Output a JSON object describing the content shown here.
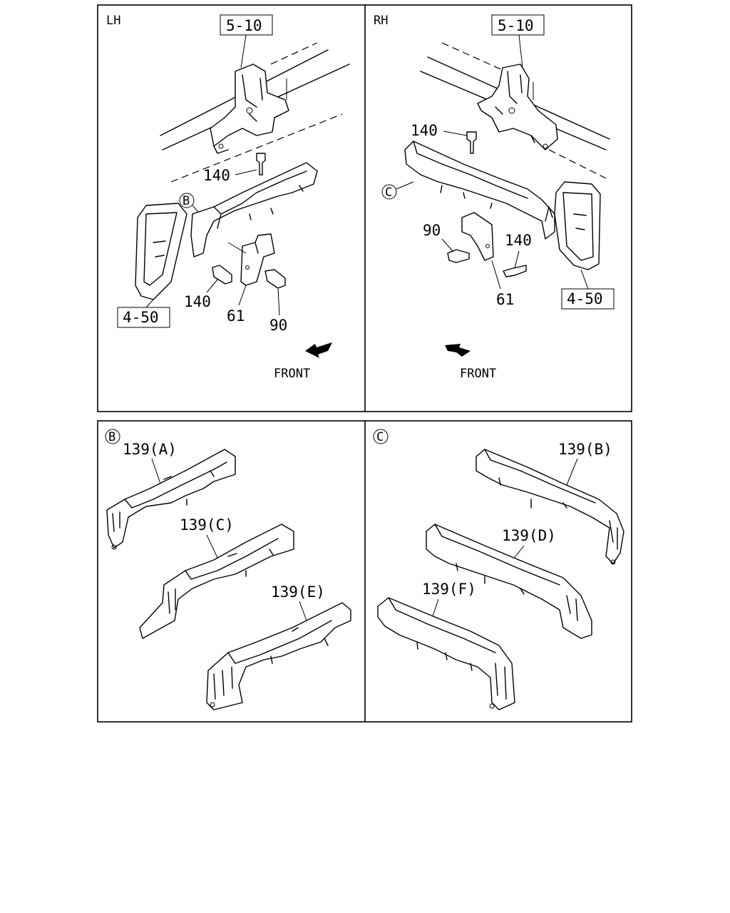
{
  "panels": {
    "lh": {
      "title": "LH",
      "ref_top": "5-10",
      "ref_side": "4-50",
      "circle_ref": "B",
      "labels": {
        "bolt_top": "140",
        "bolt_bottom": "140",
        "bracket": "61",
        "bolt_side": "90"
      },
      "direction": "FRONT"
    },
    "rh": {
      "title": "RH",
      "ref_top": "5-10",
      "ref_side": "4-50",
      "circle_ref": "C",
      "labels": {
        "bolt_top": "140",
        "bolt_bottom": "140",
        "bracket": "61",
        "bolt_side": "90"
      },
      "direction": "FRONT"
    },
    "detail_b": {
      "circle_ref": "B",
      "parts": [
        "139(A)",
        "139(C)",
        "139(E)"
      ]
    },
    "detail_c": {
      "circle_ref": "C",
      "parts": [
        "139(B)",
        "139(D)",
        "139(F)"
      ]
    }
  }
}
